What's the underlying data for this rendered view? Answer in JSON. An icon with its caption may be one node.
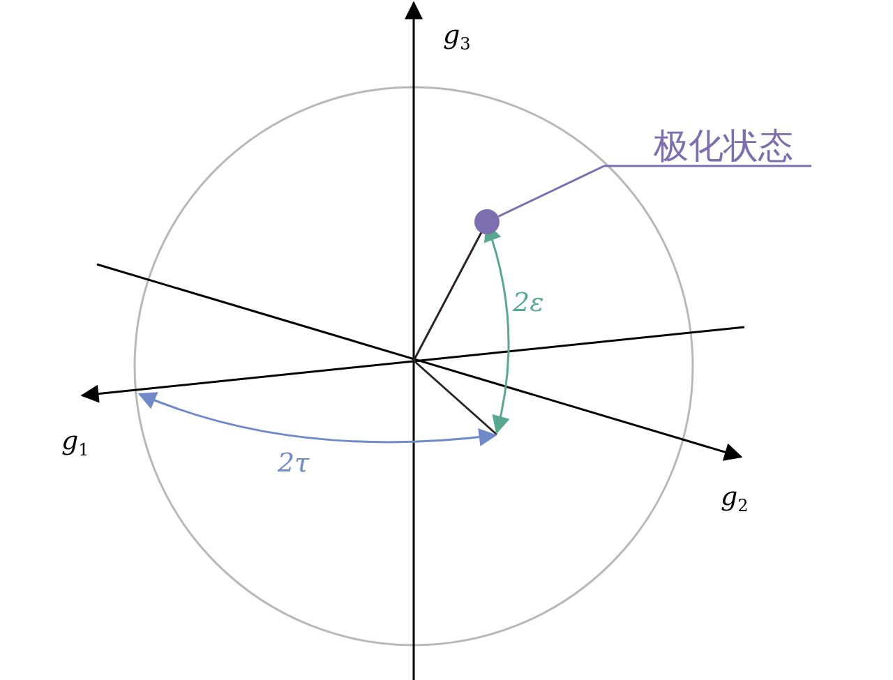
{
  "diagram": {
    "nodes": [
      {
        "text": [
          "极化状态"
        ]
      },
      {
        "text": [],
        "shape": "circle"
      }
    ],
    "edges": [
      {
        "from": 0,
        "to": 1,
        "arrow": "none"
      }
    ],
    "labels": [
      "g$_{3}$",
      "2ε",
      "g$_{1}$",
      "2τ",
      "g$_{2}$"
    ]
  }
}
